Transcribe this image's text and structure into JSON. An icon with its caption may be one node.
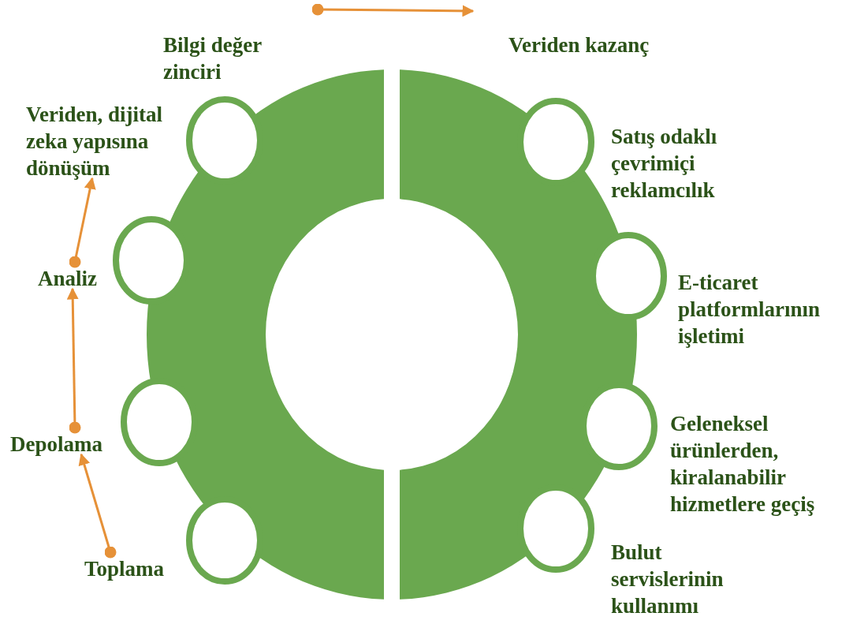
{
  "diagram": {
    "nodes": [
      {
        "text": [
          "Bilgi değer zinciri"
        ]
      },
      {
        "text": [
          "Veriden kazanç"
        ]
      },
      {
        "text": [
          "Veriden, dijital zeka yapısına dönüşüm"
        ]
      },
      {
        "text": [
          "Analiz"
        ]
      },
      {
        "text": [
          "Depolama"
        ]
      },
      {
        "text": [
          "Toplama"
        ]
      },
      {
        "text": [
          "Satış odaklı çevrimiçi reklamcılık"
        ]
      },
      {
        "text": [
          "E-ticaret platformlarının işletimi"
        ]
      },
      {
        "text": [
          "Geleneksel ürünlerden, kiralanabilir hizmetlere geçiş"
        ]
      },
      {
        "text": [
          "Bulut servislerinin kullanımı"
        ]
      },
      {
        "text": [],
        "shape": "circle"
      },
      {
        "text": [],
        "shape": "circle"
      },
      {
        "text": [],
        "shape": "circle"
      },
      {
        "text": [],
        "shape": "circle"
      },
      {
        "text": [],
        "shape": "circle"
      },
      {
        "text": [],
        "shape": "circle"
      },
      {
        "text": [],
        "shape": "circle"
      },
      {
        "text": [],
        "shape": "circle"
      }
    ],
    "edges": [
      {
        "from": 0,
        "to": 1,
        "arrow": "to"
      },
      {
        "from": 5,
        "to": 4,
        "arrow": "to"
      },
      {
        "from": 4,
        "to": 3,
        "arrow": "to"
      },
      {
        "from": 3,
        "to": 2,
        "arrow": "to"
      }
    ]
  }
}
